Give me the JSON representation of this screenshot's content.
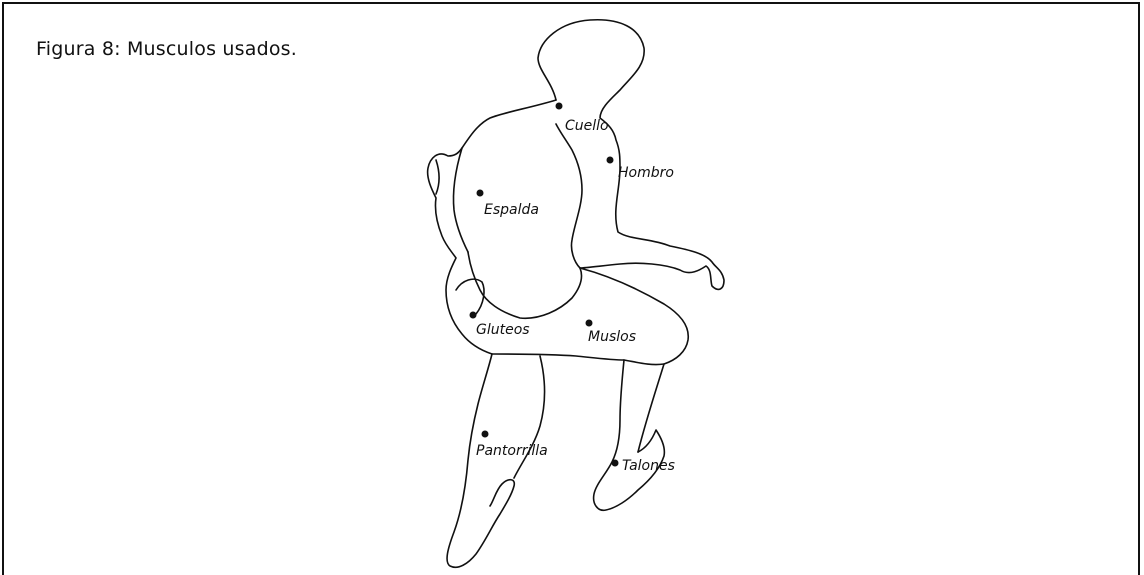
{
  "caption": "Figura 8: Musculos usados.",
  "labels": {
    "cuello": "Cuello",
    "hombro": "Hombro",
    "espalda": "Espalda",
    "gluteos": "Gluteos",
    "muslos": "Muslos",
    "pantorrilla": "Pantorrilla",
    "talones": "Talones"
  },
  "colors": {
    "line": "#111111",
    "background": "#ffffff"
  }
}
